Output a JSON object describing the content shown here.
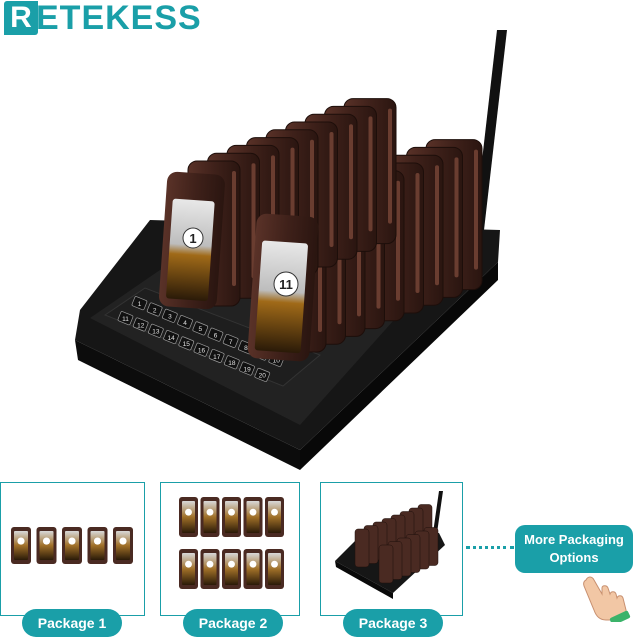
{
  "brand": {
    "mark": "R",
    "name": "ETEKESS"
  },
  "pager_numbers": {
    "first": "1",
    "second": "11"
  },
  "keypad_keys": [
    "1",
    "2",
    "3",
    "4",
    "5",
    "6",
    "7",
    "8",
    "9",
    "10",
    "11",
    "12",
    "13",
    "14",
    "15",
    "16",
    "17",
    "18",
    "19",
    "20"
  ],
  "packages": [
    {
      "label": "Package 1"
    },
    {
      "label": "Package 2"
    },
    {
      "label": "Package 3"
    }
  ],
  "more_options": {
    "line1": "More Packaging",
    "line2": "Options"
  },
  "colors": {
    "accent": "#1a9fa8",
    "pager_body": "#4a2a22",
    "base": "#1b1b1b"
  }
}
